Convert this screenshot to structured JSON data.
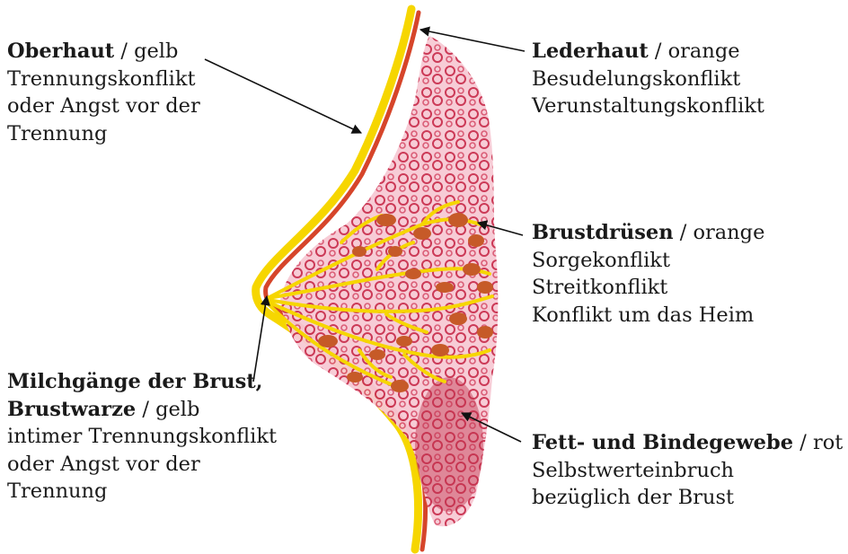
{
  "labels": {
    "oberhaut": {
      "title": "Oberhaut",
      "color": "/ gelb",
      "lines": [
        "Trennungskonflikt",
        "oder Angst vor der",
        "Trennung"
      ]
    },
    "lederhaut": {
      "title": "Lederhaut",
      "color": "/ orange",
      "lines": [
        "Besudelungskonflikt",
        "Verunstaltungskonflikt"
      ]
    },
    "brustdruesen": {
      "title": "Brustdrüsen",
      "color": "/ orange",
      "lines": [
        "Sorgekonflikt",
        "Streitkonflikt",
        "Konflikt um das Heim"
      ]
    },
    "milchgaenge": {
      "title_line1": "Milchgänge der Brust,",
      "title_line2": "Brustwarze",
      "color": "/ gelb",
      "lines": [
        "intimer Trennungskonflikt",
        "oder Angst vor der",
        "Trennung"
      ]
    },
    "fett": {
      "title": "Fett- und Bindegewebe",
      "color": "/ rot",
      "lines": [
        "Selbstwerteinbruch",
        "bezüglich der Brust"
      ]
    }
  },
  "colors": {
    "yellow": "#f6d600",
    "orange_red": "#d6452a",
    "pink": "#f2b8c6",
    "crimson": "#c2334e",
    "brown_orange": "#c65a28"
  }
}
